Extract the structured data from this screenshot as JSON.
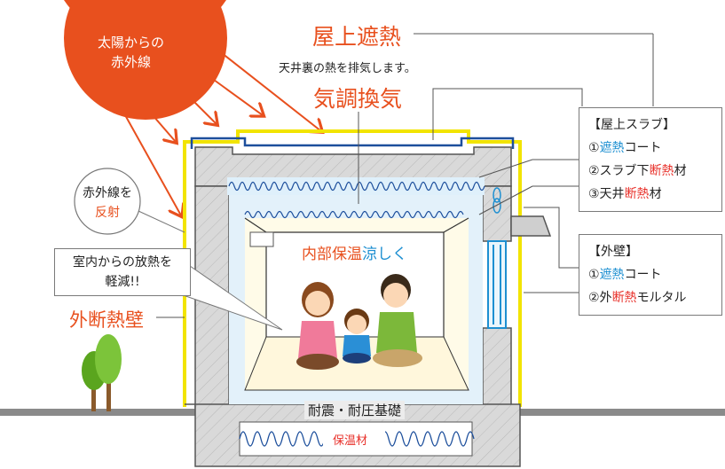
{
  "sun": {
    "line1": "太陽からの",
    "line2": "赤外線"
  },
  "labels": {
    "roof_insulation": "屋上遮熱",
    "attic_exhaust": "天井裏の熱を排気します。",
    "ventilation": "気調換気",
    "infrared_reflect_line1": "赤外線を",
    "infrared_reflect_line2": "反射",
    "indoor_heat_line1": "室内からの放熱を",
    "indoor_heat_line2": "軽減!!",
    "exterior_insulation_wall": "外断熱壁",
    "interior_warm": "内部保温",
    "interior_cool": "涼しく",
    "foundation": "耐震・耐圧基礎",
    "floor_insulation": "保温材"
  },
  "roof_slab": {
    "title": "【屋上スラブ】",
    "items": [
      {
        "pre": "①",
        "accent": "遮熱",
        "post": "コート",
        "accent_color": "blue"
      },
      {
        "pre": "②スラブ下",
        "accent": "断熱",
        "post": "材",
        "accent_color": "red"
      },
      {
        "pre": "③天井",
        "accent": "断熱",
        "post": "材",
        "accent_color": "red"
      }
    ]
  },
  "outer_wall": {
    "title": "【外壁】",
    "items": [
      {
        "pre": "①",
        "accent": "遮熱",
        "post": "コート",
        "accent_color": "blue"
      },
      {
        "pre": "②外",
        "accent": "断熱",
        "post": "モルタル",
        "accent_color": "red"
      }
    ]
  },
  "colors": {
    "sun": "#e8501e",
    "accent_orange": "#e8501e",
    "insulation_blue": "#1d8fd1",
    "heat_shield_red": "#e8302a",
    "reflective_coat": "#f2e400",
    "concrete": "#d3d3d3",
    "ground": "#8a8a8a",
    "tree_green": "#6ab528"
  }
}
